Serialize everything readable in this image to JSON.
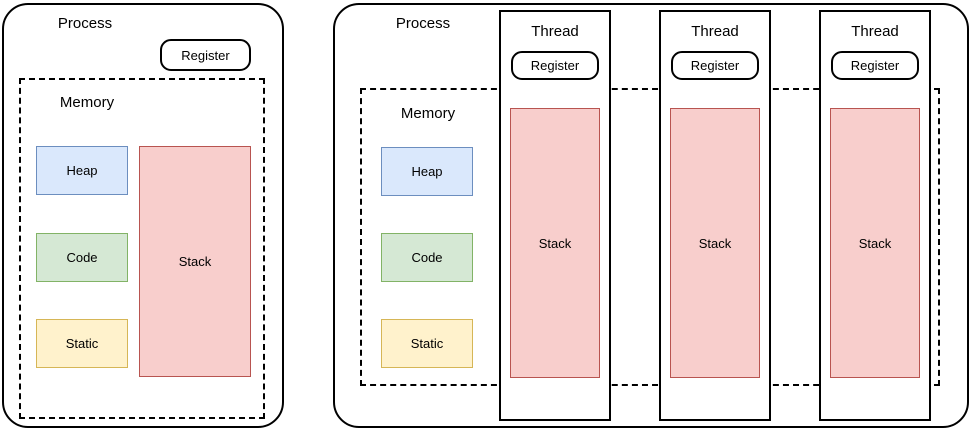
{
  "diagram": {
    "title_left": "Process",
    "title_right": "Process",
    "panels": [
      {
        "id": "single-threaded-process",
        "process_label": "Process",
        "register_label": "Register",
        "memory_label": "Memory",
        "segments": [
          {
            "name": "heap",
            "label": "Heap",
            "fill": "#dae8fc",
            "stroke": "#6c8ebf"
          },
          {
            "name": "code",
            "label": "Code",
            "fill": "#d5e8d4",
            "stroke": "#82b366"
          },
          {
            "name": "static",
            "label": "Static",
            "fill": "#fff2cc",
            "stroke": "#d6b656"
          },
          {
            "name": "stack",
            "label": "Stack",
            "fill": "#f8cecc",
            "stroke": "#b85450"
          }
        ]
      },
      {
        "id": "multi-threaded-process",
        "process_label": "Process",
        "memory_label": "Memory",
        "segments": [
          {
            "name": "heap",
            "label": "Heap",
            "fill": "#dae8fc",
            "stroke": "#6c8ebf"
          },
          {
            "name": "code",
            "label": "Code",
            "fill": "#d5e8d4",
            "stroke": "#82b366"
          },
          {
            "name": "static",
            "label": "Static",
            "fill": "#fff2cc",
            "stroke": "#d6b656"
          }
        ],
        "threads": [
          {
            "thread_label": "Thread",
            "register_label": "Register",
            "stack_label": "Stack"
          },
          {
            "thread_label": "Thread",
            "register_label": "Register",
            "stack_label": "Stack"
          },
          {
            "thread_label": "Thread",
            "register_label": "Register",
            "stack_label": "Stack"
          }
        ]
      }
    ]
  }
}
